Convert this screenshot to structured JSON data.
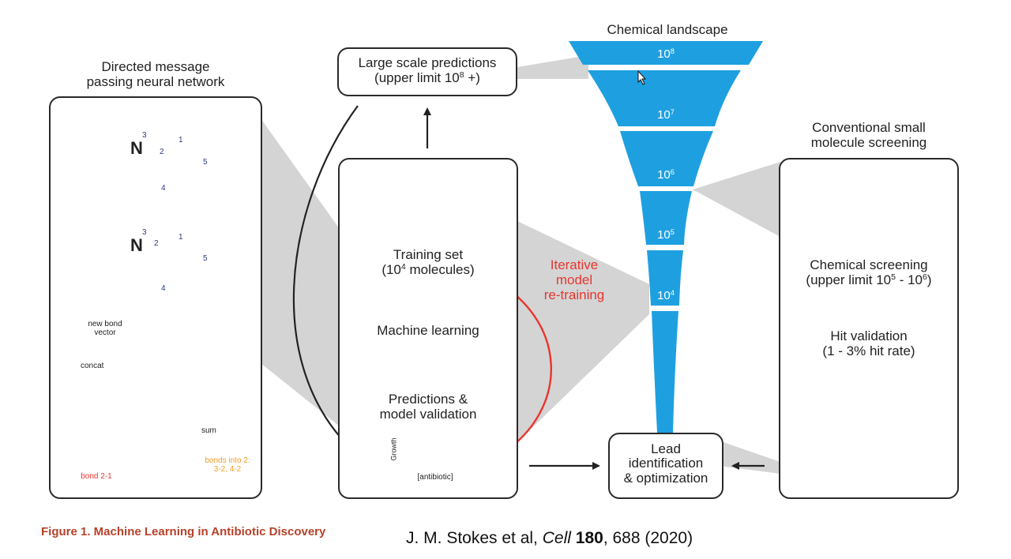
{
  "panel_left": {
    "title_line1": "Directed message",
    "title_line2": "passing neural network",
    "atom_n": "N",
    "atom_numbers_top": [
      "3",
      "2",
      "1",
      "5",
      "4"
    ],
    "atom_numbers_mid": [
      "3",
      "2",
      "1",
      "5",
      "4"
    ],
    "new_bond_vector_label_1": "new bond",
    "new_bond_vector_label_2": "vector",
    "concat_label": "concat",
    "sum_label": "sum",
    "bond_label": "bond 2-1",
    "bonds_into_label_1": "bonds into 2:",
    "bonds_into_label_2": "3-2, 4-2"
  },
  "center": {
    "large_predictions_line1": "Large scale predictions",
    "large_predictions_line2": "(upper limit 10",
    "large_predictions_exp": "8",
    "large_predictions_tail": " +)",
    "training_set_line1": "Training set",
    "training_set_line2_pre": "(10",
    "training_set_exp": "4",
    "training_set_line2_post": " molecules)",
    "machine_learning": "Machine learning",
    "predictions_line1": "Predictions &",
    "predictions_line2": "model validation",
    "graph_ylabel": "Growth",
    "graph_xlabel": "[antibiotic]",
    "iterative_line1": "Iterative",
    "iterative_line2": "model",
    "iterative_line3": "re-training"
  },
  "funnel": {
    "title": "Chemical landscape",
    "levels": [
      {
        "base": "10",
        "exp": "8"
      },
      {
        "base": "10",
        "exp": "7"
      },
      {
        "base": "10",
        "exp": "6"
      },
      {
        "base": "10",
        "exp": "5"
      },
      {
        "base": "10",
        "exp": "4"
      }
    ],
    "color": "#1ea0e0"
  },
  "lead": {
    "line1": "Lead",
    "line2": "identification",
    "line3": "& optimization"
  },
  "panel_right": {
    "title_line1": "Conventional small",
    "title_line2": "molecule screening",
    "screening_line1": "Chemical screening",
    "screening_line2_pre": "(upper limit 10",
    "screening_exp1": "5",
    "screening_mid": " - 10",
    "screening_exp2": "6",
    "screening_post": ")",
    "hit_line1": "Hit validation",
    "hit_line2": "(1 - 3% hit rate)"
  },
  "footer": {
    "caption": "Figure 1.  Machine Learning in Antibiotic Discovery",
    "ref_pre": "J. M. Stokes et al, ",
    "ref_journal": "Cell",
    "ref_volume": "180",
    "ref_post": ", 688 (2020)"
  },
  "colors": {
    "accent_red": "#e8352e",
    "funnel_blue": "#1ea0e0",
    "caption_red": "#b5412a",
    "orange": "#f0a030",
    "green": "#1e8a3c",
    "purple": "#8a2a9a"
  }
}
